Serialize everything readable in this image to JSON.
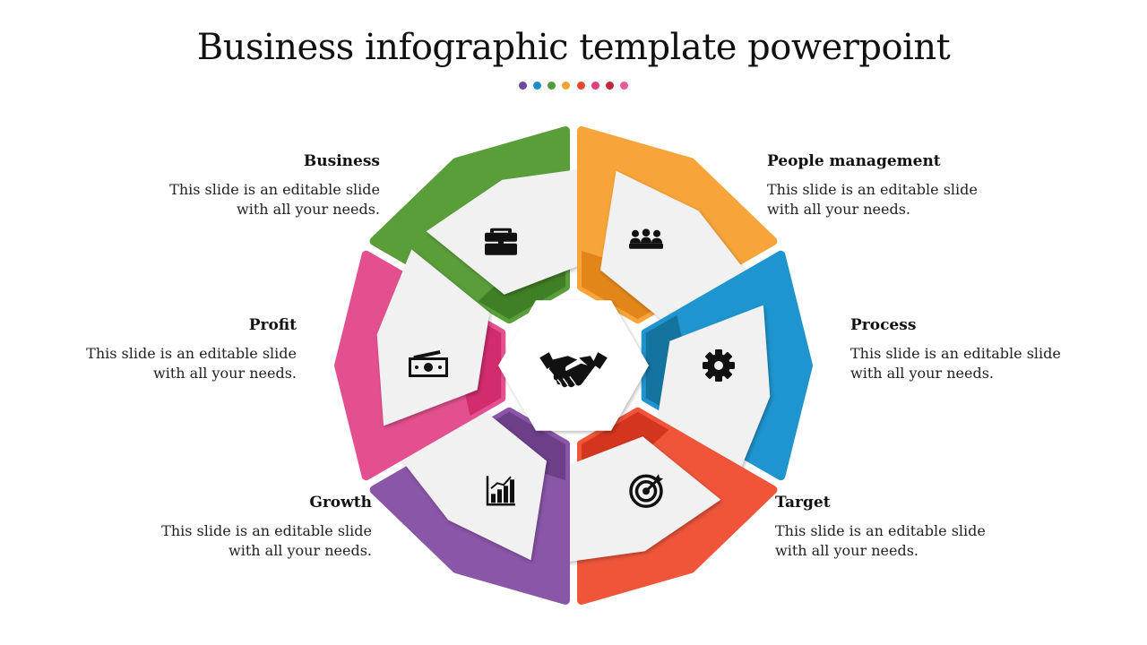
{
  "title": "Business infographic template powerpoint",
  "dot_colors": [
    "#6a4a9c",
    "#1b8ec7",
    "#4f9a3b",
    "#f2a230",
    "#e2492e",
    "#e23d7c",
    "#c0283a",
    "#e8589a"
  ],
  "center": {
    "icon": "handshake-icon",
    "color": "#000000"
  },
  "segments": [
    {
      "id": "business",
      "heading": "Business",
      "description": "This slide is an editable slide with all your needs.",
      "icon": "briefcase-icon",
      "color": "#5a9e3a",
      "dark": "#3f7f25"
    },
    {
      "id": "people",
      "heading": "People management",
      "description": "This slide is an editable slide with all your needs.",
      "icon": "people-icon",
      "color": "#f7a43a",
      "dark": "#e3861a"
    },
    {
      "id": "process",
      "heading": "Process",
      "description": "This slide is an editable slide with all your needs.",
      "icon": "gear-icon",
      "color": "#1e95cf",
      "dark": "#14749f"
    },
    {
      "id": "target",
      "heading": "Target",
      "description": "This slide is an editable slide with all your needs.",
      "icon": "target-icon",
      "color": "#f0553a",
      "dark": "#d3351f"
    },
    {
      "id": "growth",
      "heading": "Growth",
      "description": "This slide is an editable slide with all your needs.",
      "icon": "chart-icon",
      "color": "#8a56a8",
      "dark": "#6c3f88"
    },
    {
      "id": "profit",
      "heading": "Profit",
      "description": "This slide is an editable slide with all your needs.",
      "icon": "money-icon",
      "color": "#e4508f",
      "dark": "#d22c6d"
    }
  ]
}
